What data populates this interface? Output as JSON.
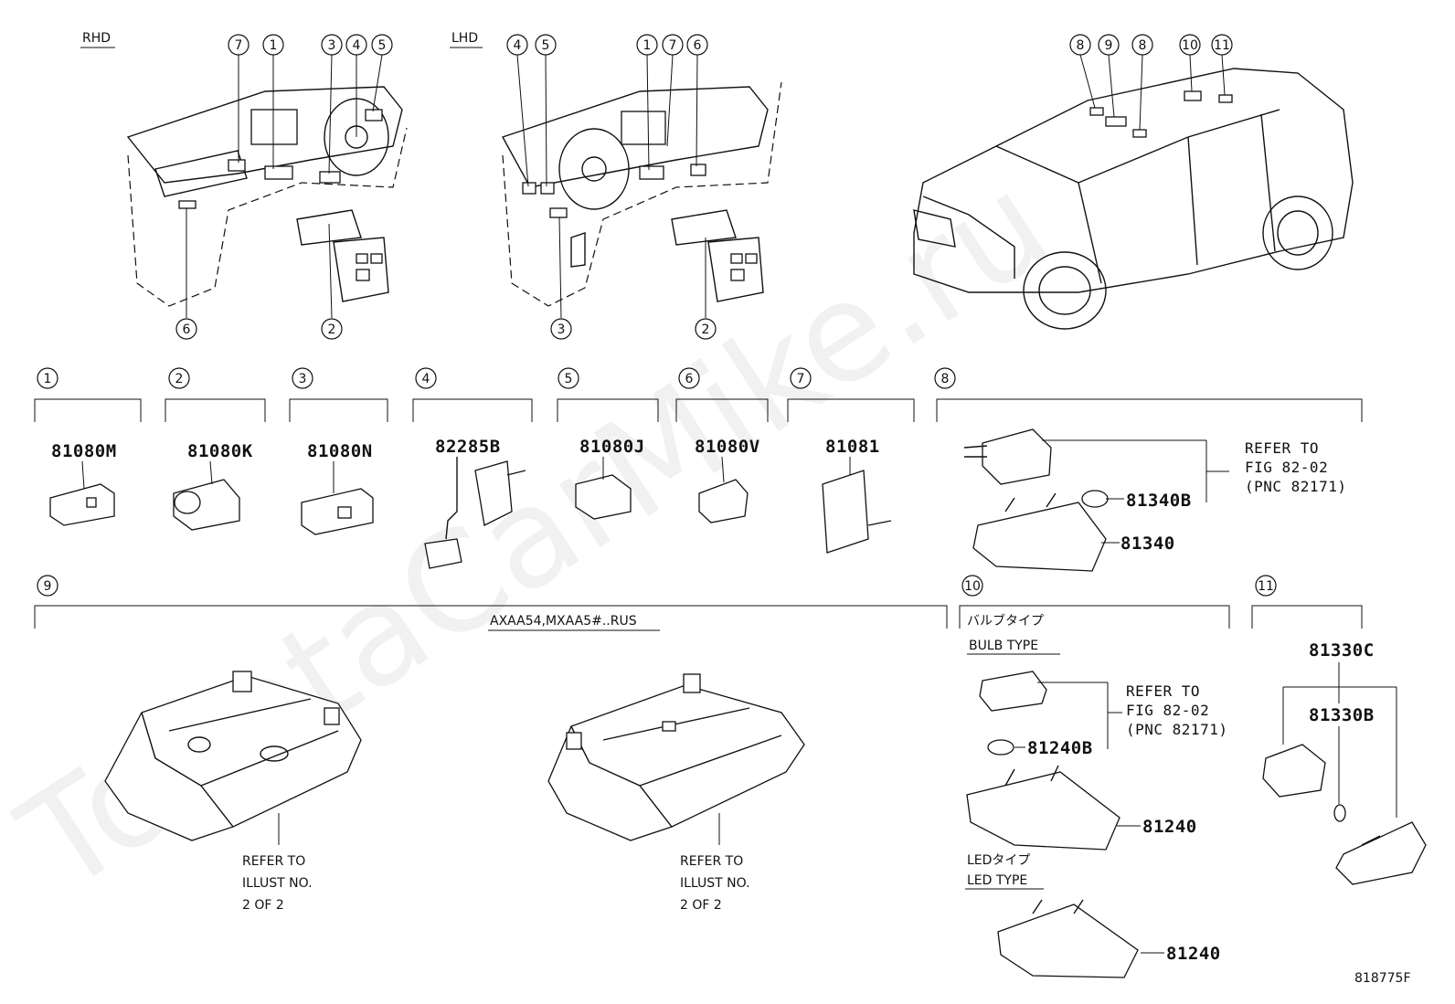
{
  "watermark": "ToyotaCarMike.ru",
  "overview": {
    "rhd_label": "RHD",
    "lhd_label": "LHD",
    "rhd_callouts": [
      "7",
      "1",
      "3",
      "4",
      "5",
      "6",
      "2"
    ],
    "lhd_callouts": [
      "4",
      "5",
      "1",
      "7",
      "6",
      "3",
      "2"
    ],
    "car_callouts": [
      "8",
      "9",
      "8",
      "10",
      "11"
    ]
  },
  "groups": [
    {
      "num": "1",
      "part": "81080M"
    },
    {
      "num": "2",
      "part": "81080K"
    },
    {
      "num": "3",
      "part": "81080N"
    },
    {
      "num": "4",
      "part": "82285B"
    },
    {
      "num": "5",
      "part": "81080J"
    },
    {
      "num": "6",
      "part": "81080V"
    },
    {
      "num": "7",
      "part": "81081"
    }
  ],
  "group8": {
    "num": "8",
    "parts": [
      "81340B",
      "81340"
    ],
    "refer": [
      "REFER TO",
      "FIG 82-02",
      "(PNC 82171)"
    ]
  },
  "group9": {
    "num": "9",
    "model": "AXAA54,MXAA5#..RUS",
    "refer_left": [
      "REFER TO",
      "ILLUST NO.",
      "2 OF 2"
    ],
    "refer_right": [
      "REFER TO",
      "ILLUST NO.",
      "2 OF 2"
    ]
  },
  "group10": {
    "num": "10",
    "bulb_jp": "バルブタイプ",
    "bulb_en": "BULB TYPE",
    "bulb_part": "81240B",
    "refer": [
      "REFER TO",
      "FIG 82-02",
      "(PNC 82171)"
    ],
    "part_bulb": "81240",
    "led_jp": "LEDタイプ",
    "led_en": "LED TYPE",
    "part_led": "81240"
  },
  "group11": {
    "num": "11",
    "parts": [
      "81330C",
      "81330B"
    ]
  },
  "figure_id": "818775F"
}
